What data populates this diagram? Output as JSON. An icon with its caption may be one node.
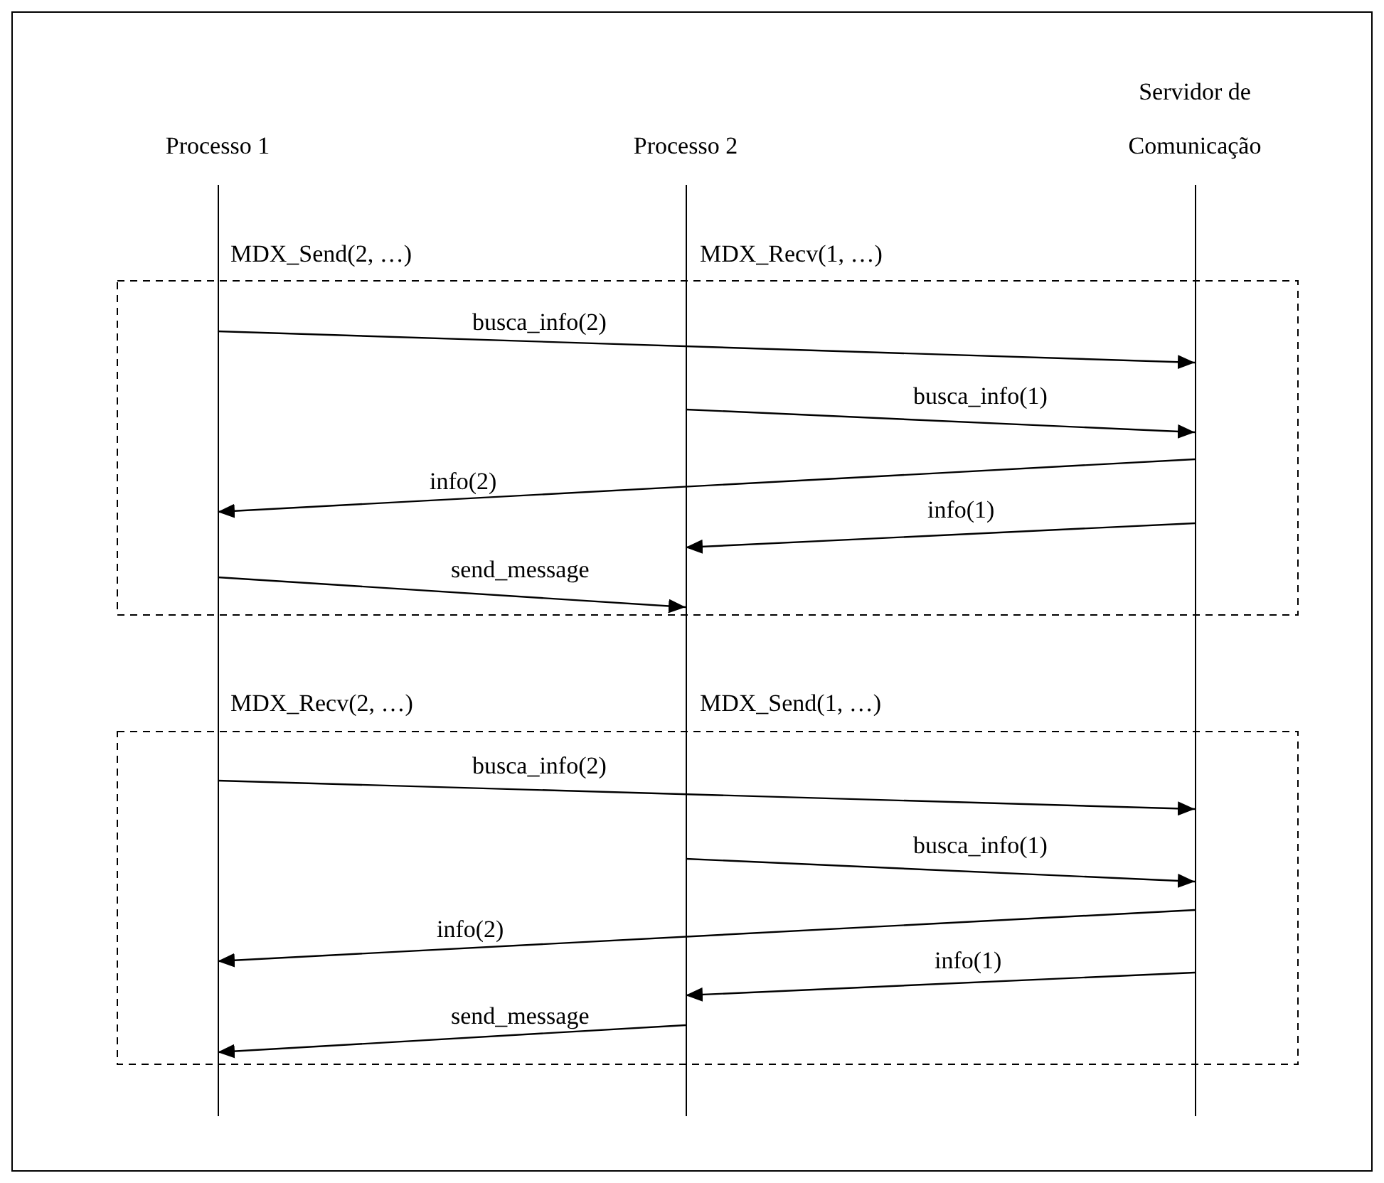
{
  "diagram": {
    "nodes": [
      {
        "text": [
          "Processo 1"
        ]
      },
      {
        "text": [
          "Processo 2"
        ]
      },
      {
        "text": [
          "Servidor de Comunicação"
        ]
      }
    ],
    "edges": [
      {
        "from": 0,
        "to": 2,
        "arrow": "to",
        "label": "busca_info(2)"
      },
      {
        "from": 1,
        "to": 2,
        "arrow": "to",
        "label": "busca_info(1)"
      },
      {
        "from": 2,
        "to": 0,
        "arrow": "to",
        "label": "info(2)"
      },
      {
        "from": 2,
        "to": 1,
        "arrow": "to",
        "label": "info(1)"
      },
      {
        "from": 0,
        "to": 1,
        "arrow": "to",
        "label": "send_message"
      },
      {
        "from": 0,
        "to": 2,
        "arrow": "to",
        "label": "busca_info(2)"
      },
      {
        "from": 1,
        "to": 2,
        "arrow": "to",
        "label": "busca_info(1)"
      },
      {
        "from": 2,
        "to": 0,
        "arrow": "to",
        "label": "info(2)"
      },
      {
        "from": 2,
        "to": 1,
        "arrow": "to",
        "label": "info(1)"
      },
      {
        "from": 1,
        "to": 0,
        "arrow": "to",
        "label": "send_message"
      }
    ],
    "labels": [
      "MDX_Send(2, …)",
      "MDX_Recv(1, …)",
      "MDX_Recv(2, …)",
      "MDX_Send(1, …)"
    ]
  }
}
